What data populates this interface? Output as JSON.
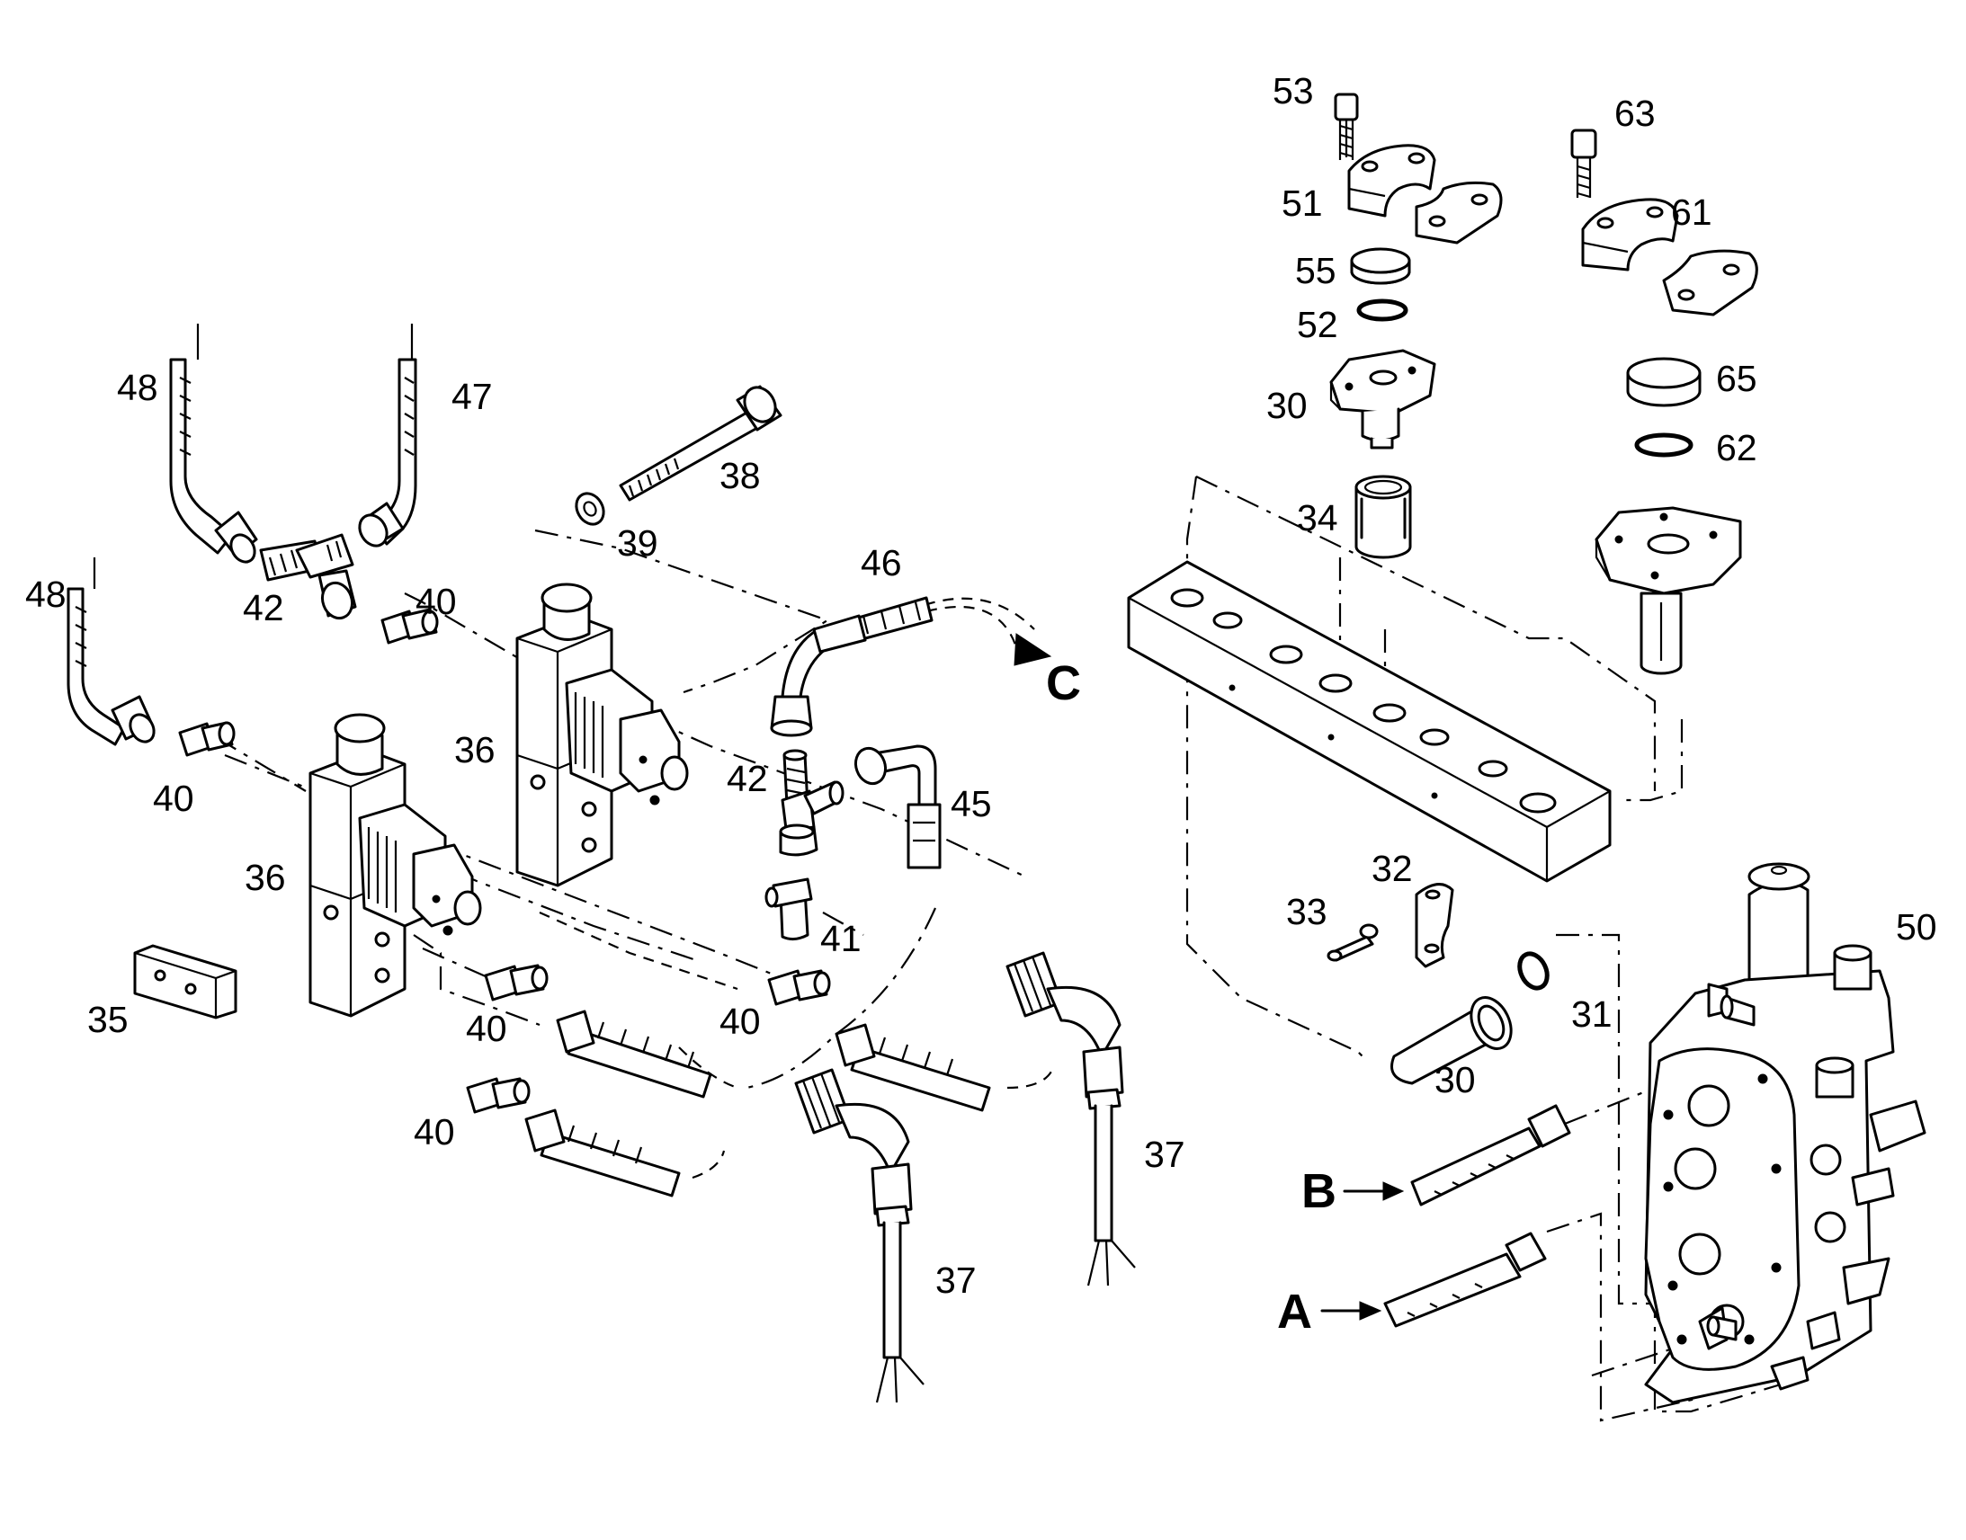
{
  "labels": {
    "n53": "53",
    "n63": "63",
    "n51": "51",
    "n61": "61",
    "n55": "55",
    "n52": "52",
    "n65": "65",
    "n62": "62",
    "n30a": "30",
    "n30b": "30",
    "n34": "34",
    "n48a": "48",
    "n48b": "48",
    "n47": "47",
    "n42a": "42",
    "n42b": "42",
    "n40a": "40",
    "n40b": "40",
    "n40c": "40",
    "n40d": "40",
    "n40e": "40",
    "n38": "38",
    "n39": "39",
    "n46": "46",
    "n45": "45",
    "n41": "41",
    "n36a": "36",
    "n36b": "36",
    "n35": "35",
    "n37a": "37",
    "n37b": "37",
    "n32": "32",
    "n33": "33",
    "n31": "31",
    "n50": "50",
    "portA": "A",
    "portB": "B",
    "portC": "C"
  }
}
